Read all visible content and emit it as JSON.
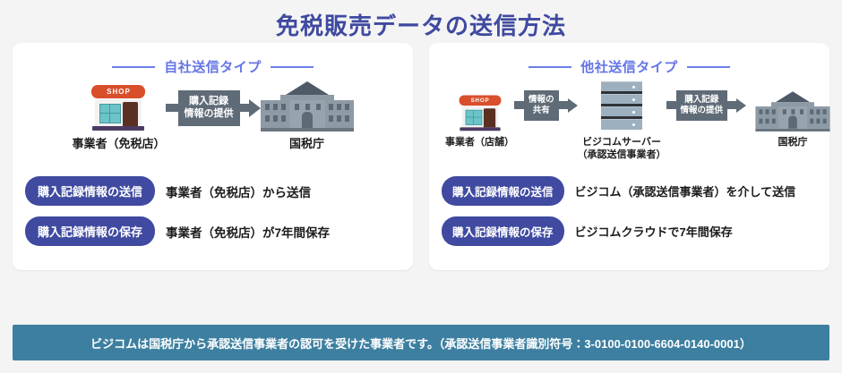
{
  "page": {
    "title": "免税販売データの送信方法",
    "background_color": "#f4f4f4",
    "title_color": "#3f4aa0"
  },
  "panels": [
    {
      "id": "self-send",
      "heading": "自社送信タイプ",
      "heading_color": "#6575e6",
      "flow": {
        "nodes": [
          {
            "icon": "shop-icon",
            "badge": "SHOP",
            "label": "事業者（免税店）"
          },
          {
            "icon": "government-building-icon",
            "label": "国税庁"
          }
        ],
        "arrows": [
          {
            "label": "購入記録\n情報の提供"
          }
        ]
      },
      "rows": [
        {
          "pill": "購入記録情報の送信",
          "text": "事業者（免税店）から送信"
        },
        {
          "pill": "購入記録情報の保存",
          "text": "事業者（免税店）が7年間保存"
        }
      ]
    },
    {
      "id": "other-send",
      "heading": "他社送信タイプ",
      "heading_color": "#6575e6",
      "flow": {
        "nodes": [
          {
            "icon": "shop-icon",
            "badge": "SHOP",
            "label": "事業者（店舗）"
          },
          {
            "icon": "server-icon",
            "label": "ビジコムサーバー\n（承認送信事業者）"
          },
          {
            "icon": "government-building-icon",
            "label": "国税庁"
          }
        ],
        "arrows": [
          {
            "label": "情報の\n共有"
          },
          {
            "label": "購入記録\n情報の提供"
          }
        ]
      },
      "rows": [
        {
          "pill": "購入記録情報の送信",
          "text": "ビジコム（承認送信事業者）を介して送信"
        },
        {
          "pill": "購入記録情報の保存",
          "text": "ビジコムクラウドで7年間保存"
        }
      ]
    }
  ],
  "banner": {
    "text": "ビジコムは国税庁から承認送信事業者の認可を受けた事業者です。（承認送信事業者識別符号：3-0100-0100-6604-0140-0001）",
    "background_color": "#3d7fa0"
  },
  "colors": {
    "pill": "#3f4aa0",
    "arrow": "#5f6b77",
    "shop_awning": "#d94f2b",
    "building": "#8e9aa6",
    "server": "#9db0bf"
  }
}
